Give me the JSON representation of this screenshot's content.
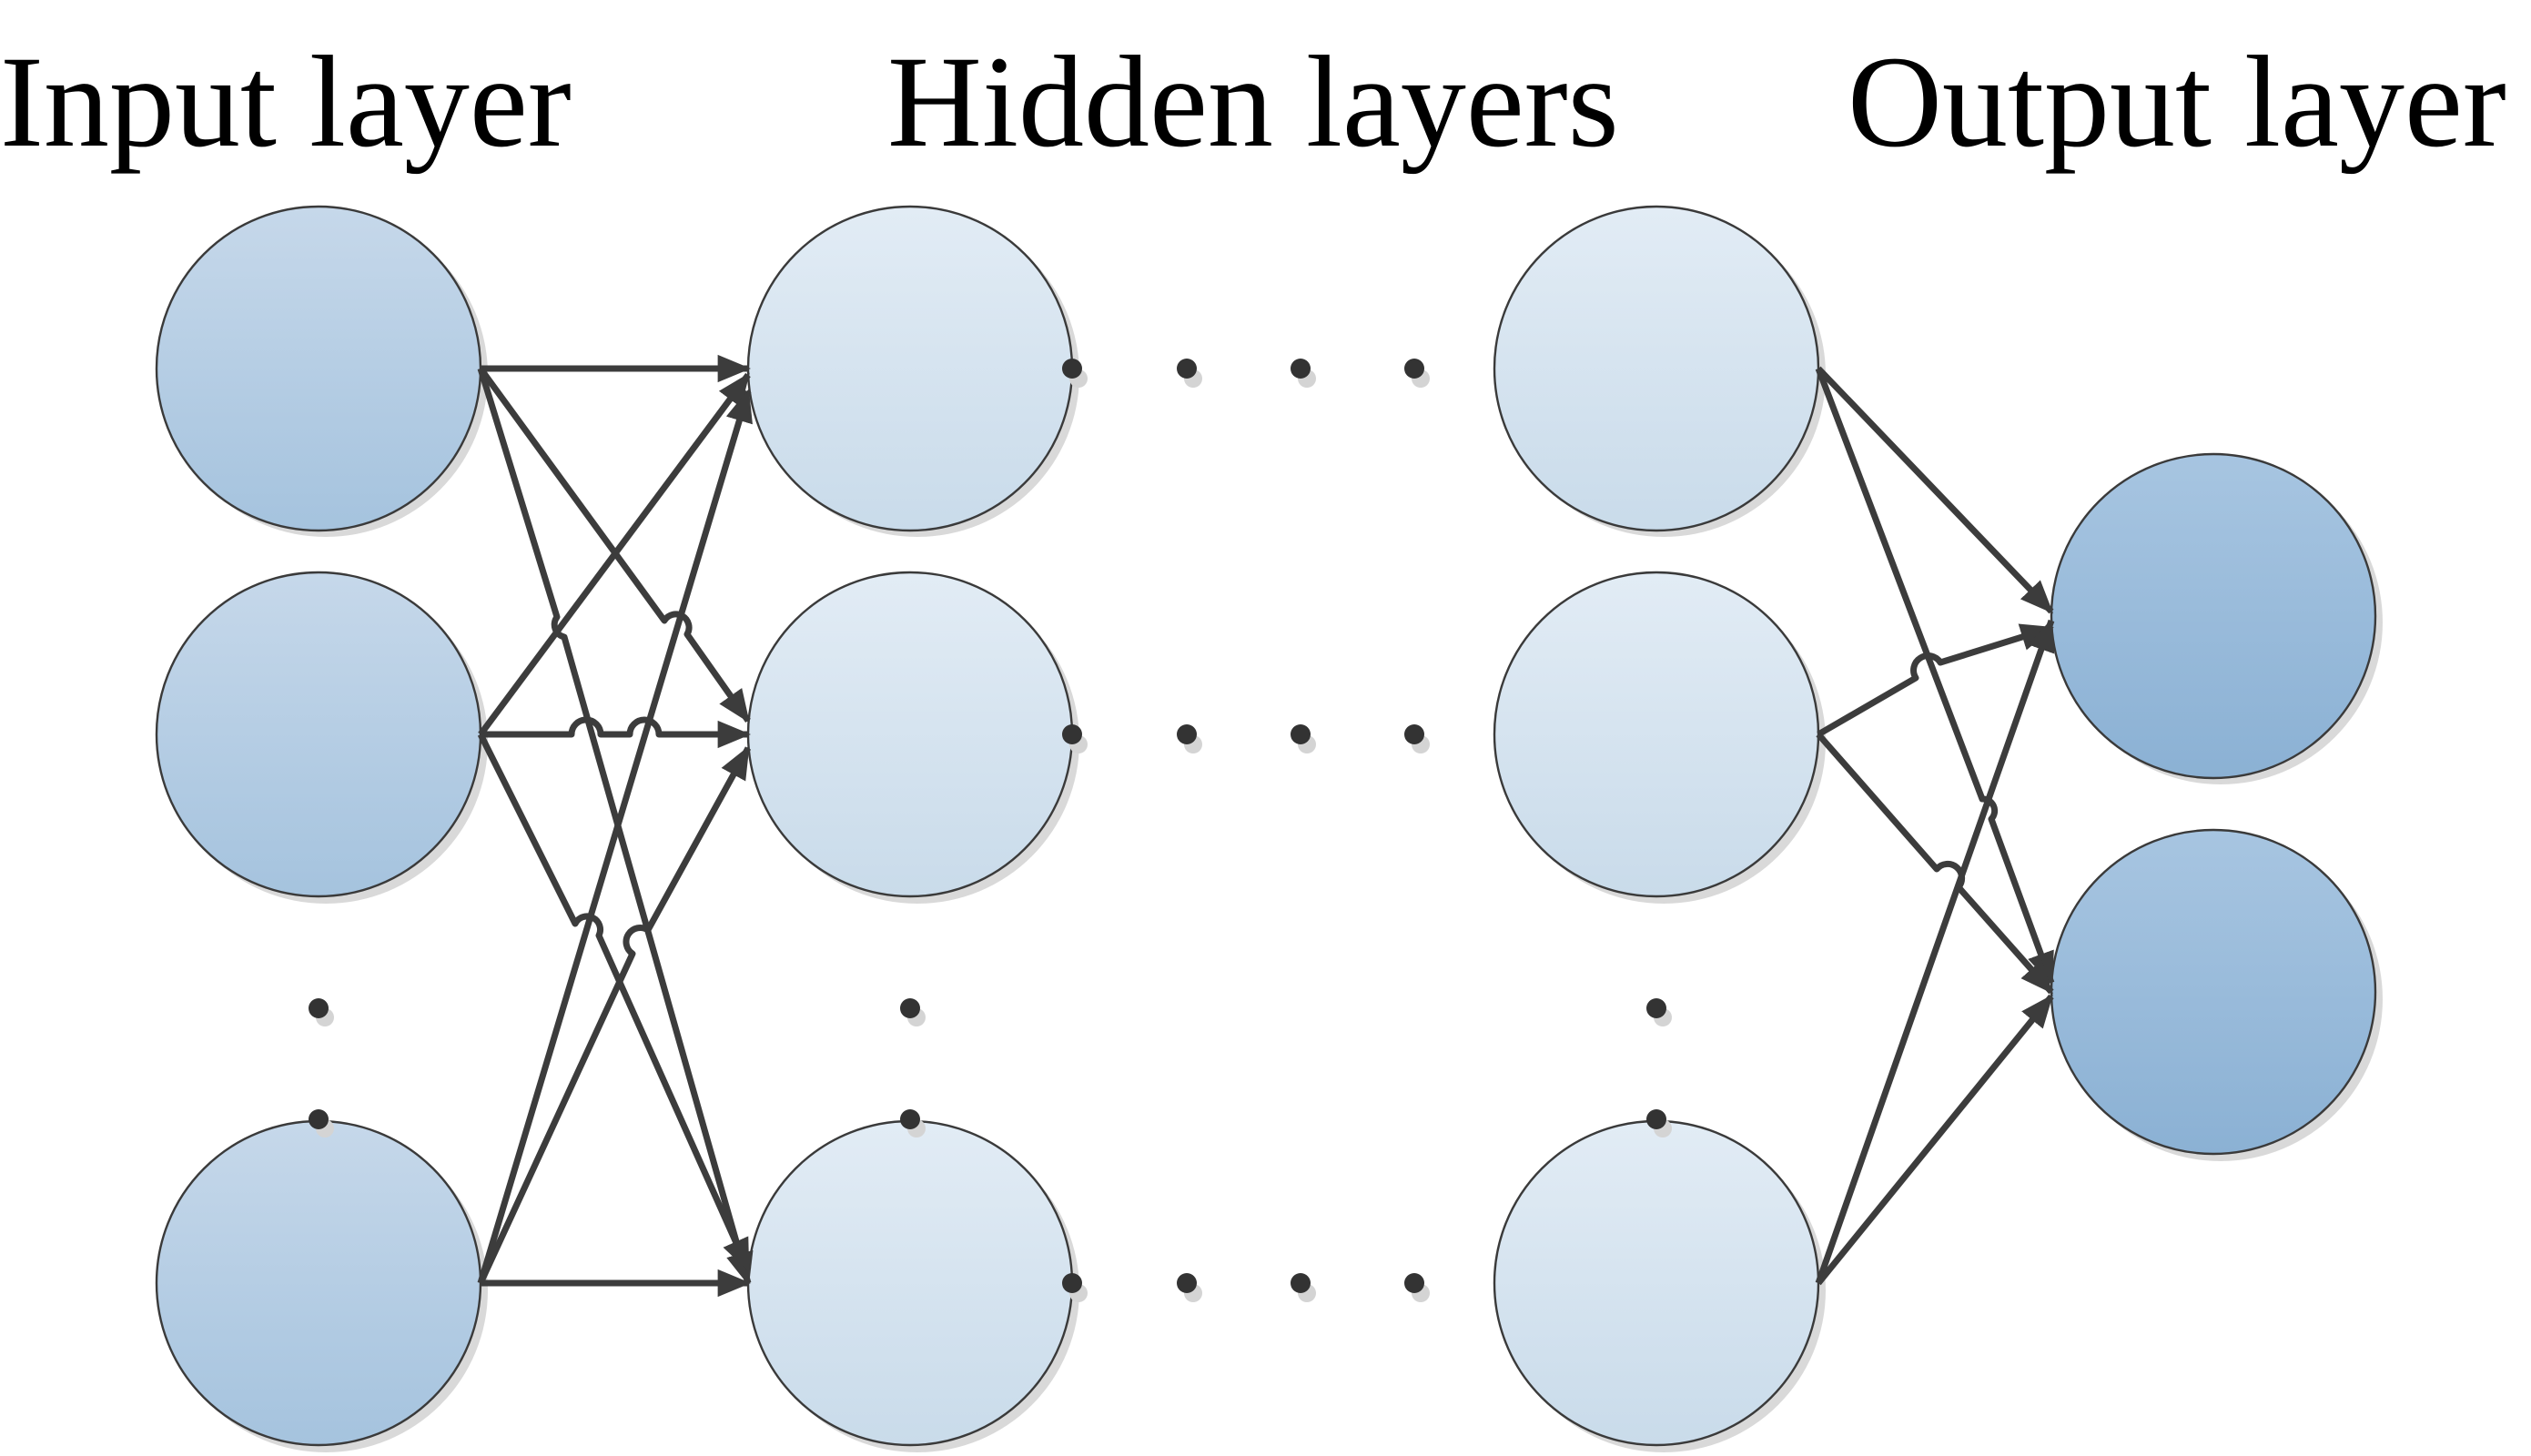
{
  "titles": {
    "input": "Input layer",
    "hidden": "Hidden layers",
    "output": "Output layer"
  },
  "colors": {
    "input_node_top": "#c6d8ea",
    "input_node_bottom": "#a5c3de",
    "hidden_node_top": "#e2ecf5",
    "hidden_node_bottom": "#c9dbea",
    "output_node_top": "#a7c5e1",
    "output_node_bottom": "#8bb1d4",
    "edge": "#3c3c3c",
    "dot": "#333333"
  }
}
